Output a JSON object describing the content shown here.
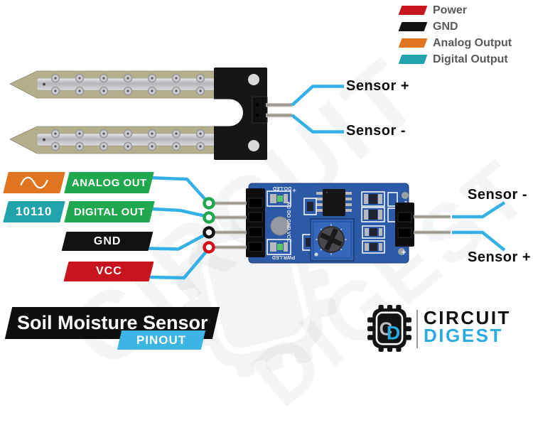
{
  "legend": {
    "items": [
      {
        "label": "Power",
        "color": "#c8171c"
      },
      {
        "label": "GND",
        "color": "#121212"
      },
      {
        "label": "Analog Output",
        "color": "#e0741f"
      },
      {
        "label": "Digital Output",
        "color": "#20a3ad"
      }
    ]
  },
  "probe_labels": {
    "plus": "Sensor +",
    "minus": "Sensor -"
  },
  "module": {
    "left_pins": [
      {
        "label": "ANALOG OUT",
        "label_bg": "#1fa84d",
        "icon": "sine-wave-icon",
        "icon_bg": "#e0741f",
        "ring": "#1fa84d"
      },
      {
        "label": "DIGITAL OUT",
        "label_bg": "#1fa84d",
        "icon": "binary-icon",
        "icon_text": "10110",
        "icon_bg": "#20a3ad",
        "ring": "#1fa84d"
      },
      {
        "label": "GND",
        "label_bg": "#121212",
        "ring": "#121212"
      },
      {
        "label": "VCC",
        "label_bg": "#c8151d",
        "ring": "#d41118"
      }
    ],
    "right_labels": {
      "minus": "Sensor -",
      "plus": "Sensor +"
    },
    "pcb_text": {
      "do_led": "DO.LED",
      "pwr_led": "PWR.LED",
      "pin_row": "AO DO GND VCC",
      "plus_mark": "+",
      "header_minus": "-",
      "header_plus": "+"
    }
  },
  "title": {
    "text": "Soil Moisture Sensor",
    "badge": "PINOUT"
  },
  "logo": {
    "word_top": "CIRCUIT",
    "word_bottom": "DIGEST",
    "chip_c": "C",
    "chip_d": "D"
  },
  "watermark": {
    "text1": "CIRCUIT",
    "text2": "DIGEST"
  },
  "colors": {
    "wire_blue": "#33b1e7",
    "pcb_blue": "#2c5aa7",
    "green": "#1fa84d",
    "orange": "#e0741f",
    "teal": "#20a3ad",
    "red": "#c8151d",
    "black": "#121212",
    "legend_text": "#58595b",
    "badge_blue": "#3cb4e4",
    "logo_blue": "#29abe2"
  }
}
